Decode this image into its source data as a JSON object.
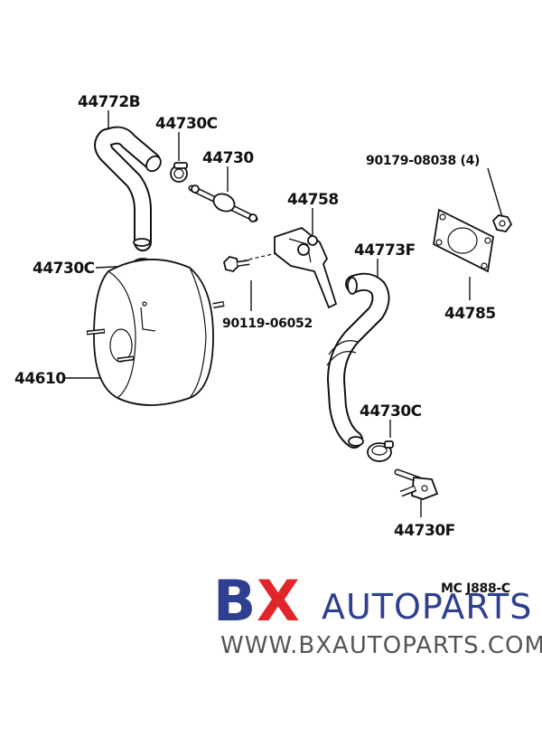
{
  "labels": {
    "hose_upper": "44772B",
    "clamp_top": "44730C",
    "valve": "44730",
    "clamp_left": "44730C",
    "booster": "44610",
    "bracket": "44758",
    "bolt": "90119-06052",
    "nut": "90179-08038 (4)",
    "hose_right": "44773F",
    "gasket": "44785",
    "clamp_bottom": "44730C",
    "union": "44730F",
    "code": "MC  J888-C"
  },
  "brand": {
    "b": "B",
    "x": "X",
    "rest": "AUTOPARTS",
    "url": "WWW.BXAUTOPARTS.COM",
    "colors": {
      "blue": "#2f3f8f",
      "red": "#e0262a",
      "gray": "#555555"
    }
  }
}
